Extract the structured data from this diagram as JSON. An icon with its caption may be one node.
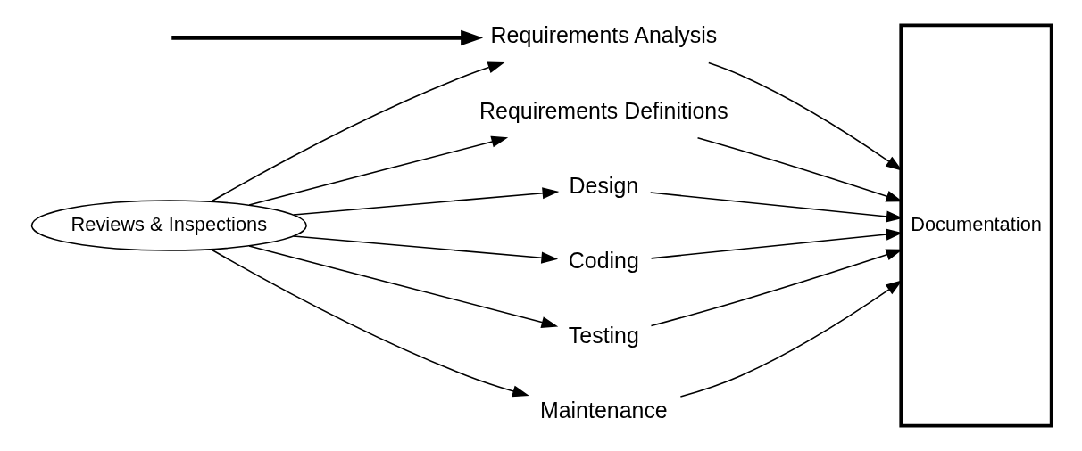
{
  "diagram": {
    "nodes": [
      {
        "text": [
          "Reviews & Inspections"
        ]
      },
      {
        "text": [
          "Requirements Analysis"
        ]
      },
      {
        "text": [
          "Requirements Definitions"
        ]
      },
      {
        "text": [
          "Design"
        ]
      },
      {
        "text": [
          "Coding"
        ]
      },
      {
        "text": [
          "Testing"
        ]
      },
      {
        "text": [
          "Maintenance"
        ]
      },
      {
        "text": [
          "Documentation"
        ]
      }
    ],
    "edges": [
      {
        "from": null,
        "to": 1,
        "arrow": "to",
        "style": "thick"
      },
      {
        "from": 0,
        "to": 1,
        "arrow": "to"
      },
      {
        "from": 0,
        "to": 2,
        "arrow": "to"
      },
      {
        "from": 0,
        "to": 3,
        "arrow": "to"
      },
      {
        "from": 0,
        "to": 4,
        "arrow": "to"
      },
      {
        "from": 0,
        "to": 5,
        "arrow": "to"
      },
      {
        "from": 0,
        "to": 6,
        "arrow": "to"
      },
      {
        "from": 1,
        "to": 7,
        "arrow": "to"
      },
      {
        "from": 2,
        "to": 7,
        "arrow": "to"
      },
      {
        "from": 3,
        "to": 7,
        "arrow": "to"
      },
      {
        "from": 4,
        "to": 7,
        "arrow": "to"
      },
      {
        "from": 5,
        "to": 7,
        "arrow": "to"
      },
      {
        "from": 6,
        "to": 7,
        "arrow": "to"
      }
    ]
  }
}
